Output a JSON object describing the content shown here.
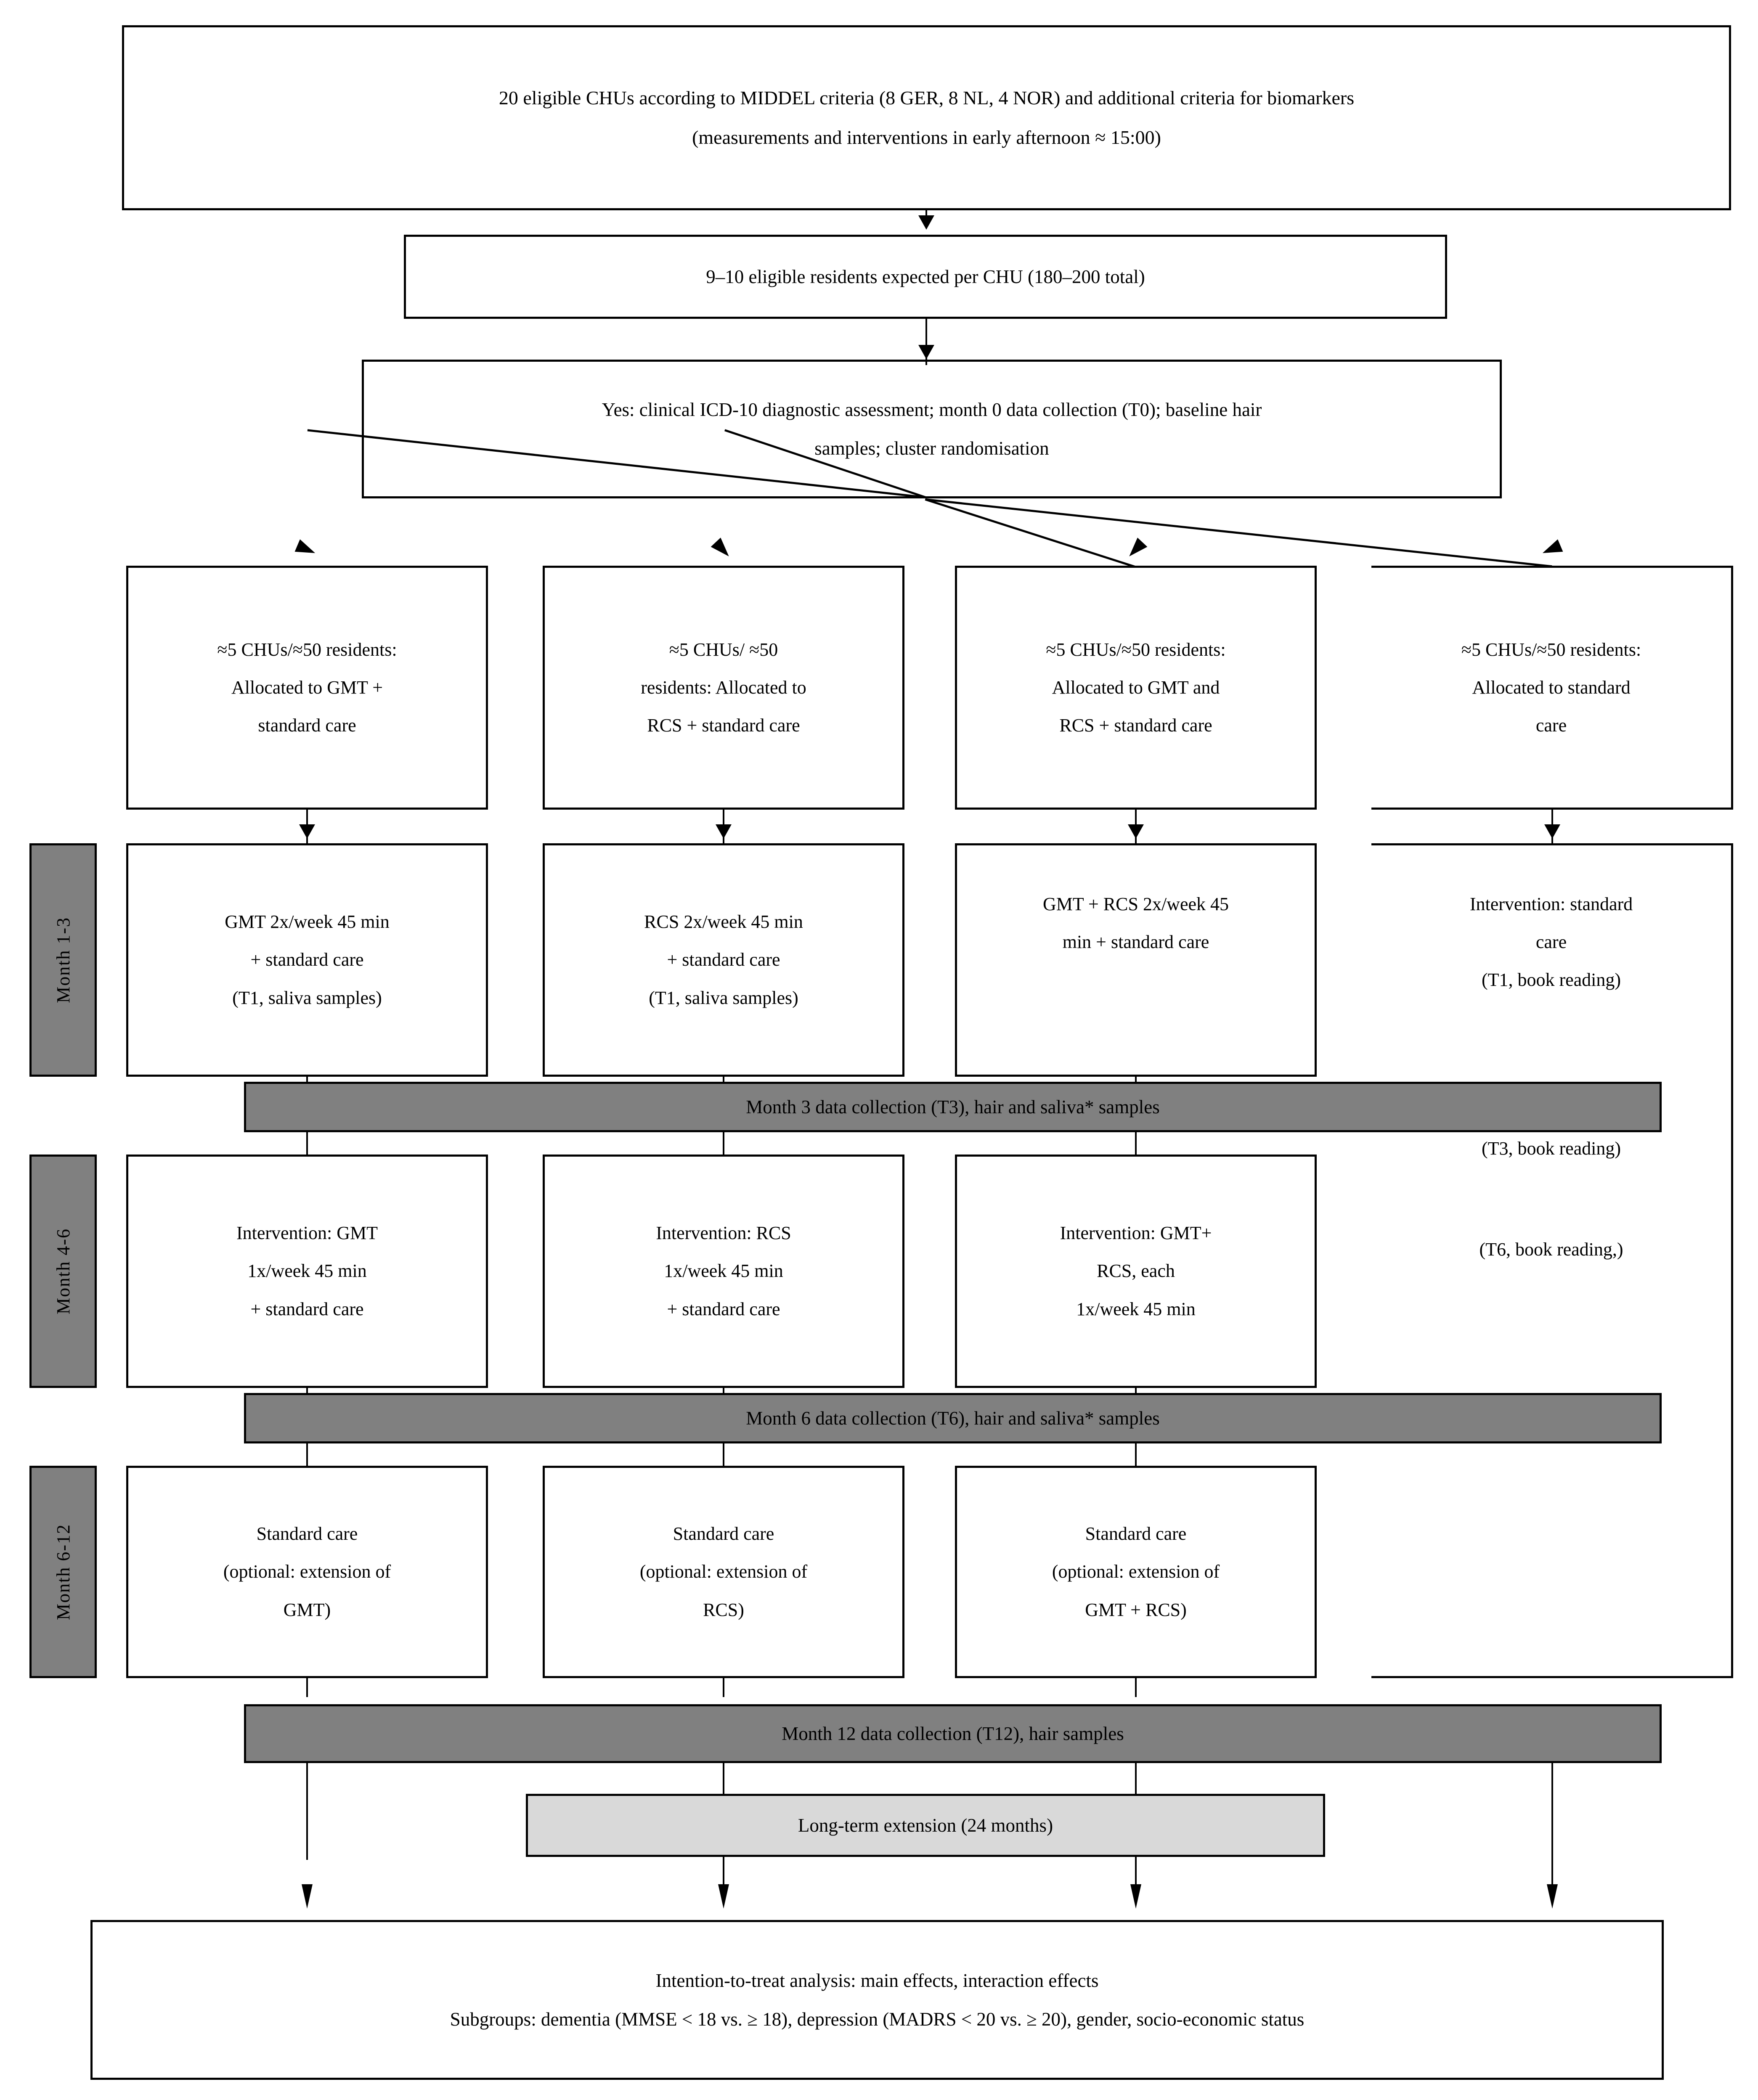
{
  "figure": {
    "title": "MIDDEL biomarker sub-study cluster randomised trial flow diagram",
    "colors": {
      "border": "#000000",
      "grey_bar": "#808080",
      "light_bar": "#d9d9d9",
      "page_background": "#ffffff"
    }
  },
  "eligibility_box": {
    "line1": "20 eligible CHUs according to MIDDEL criteria (8 GER, 8 NL, 4 NOR) and additional criteria for biomarkers",
    "line2": "(measurements and interventions in early afternoon ≈ 15:00)"
  },
  "residents_box": {
    "line1": "9–10 eligible residents expected per CHU (180–200 total)"
  },
  "baseline_box": {
    "line1": "Yes: clinical ICD-10 diagnostic assessment; month 0 data collection (T0); baseline hair",
    "line2": "samples; cluster randomisation"
  },
  "allocation_row": [
    {
      "lines": [
        "≈5 CHUs/≈50 residents:",
        "Allocated to GMT +",
        "standard care"
      ]
    },
    {
      "lines": [
        "≈5 CHUs/ ≈50",
        "residents: Allocated to",
        "RCS + standard care"
      ]
    },
    {
      "lines": [
        "≈5 CHUs/≈50 residents:",
        "Allocated to GMT and",
        "RCS + standard care"
      ]
    },
    {
      "lines": [
        "≈5 CHUs/≈50 residents:",
        "Allocated to standard",
        "care"
      ]
    }
  ],
  "month_1_3": {
    "label": "Month 1-3",
    "cells": [
      {
        "lines": [
          "GMT 2x/week 45 min",
          "+ standard care",
          "(T1, saliva samples)"
        ]
      },
      {
        "lines": [
          "RCS 2x/week 45 min",
          "+ standard care",
          "(T1, saliva samples)"
        ]
      },
      {
        "lines": [
          "GMT + RCS 2x/week 45",
          "min + standard care"
        ]
      }
    ]
  },
  "control_column": {
    "top_lines": [
      "Intervention: standard",
      "care",
      "(T1, book reading)"
    ],
    "mid_lines": [
      "(T3, book reading)",
      "(T6, book reading,)"
    ]
  },
  "bar_month3": {
    "text": "Month 3 data collection (T3), hair and saliva* samples"
  },
  "month_4_6": {
    "label": "Month 4-6",
    "cells": [
      {
        "lines": [
          "Intervention: GMT",
          "1x/week 45 min",
          "+ standard care"
        ]
      },
      {
        "lines": [
          "Intervention: RCS",
          "1x/week 45 min",
          "+ standard care"
        ]
      },
      {
        "lines": [
          "Intervention: GMT+",
          "RCS, each",
          "1x/week 45 min"
        ]
      }
    ]
  },
  "bar_month6": {
    "text": "Month 6 data collection (T6), hair and saliva* samples"
  },
  "month_6_12": {
    "label": "Month 6-12",
    "cells": [
      {
        "lines": [
          "Standard care",
          "(optional: extension of",
          "GMT)"
        ]
      },
      {
        "lines": [
          "Standard care",
          "(optional: extension of",
          "RCS)"
        ]
      },
      {
        "lines": [
          "Standard care",
          "(optional: extension of",
          "GMT + RCS)"
        ]
      }
    ]
  },
  "bar_month12": {
    "text": "Month 12 data collection (T12), hair samples"
  },
  "long_term_box": {
    "text": "Long-term extension (24 months)"
  },
  "analysis_box": {
    "line1": "Intention-to-treat analysis: main effects, interaction effects",
    "line2": "Subgroups: dementia (MMSE < 18 vs. ≥ 18), depression (MADRS < 20 vs. ≥ 20), gender, socio-economic status"
  }
}
